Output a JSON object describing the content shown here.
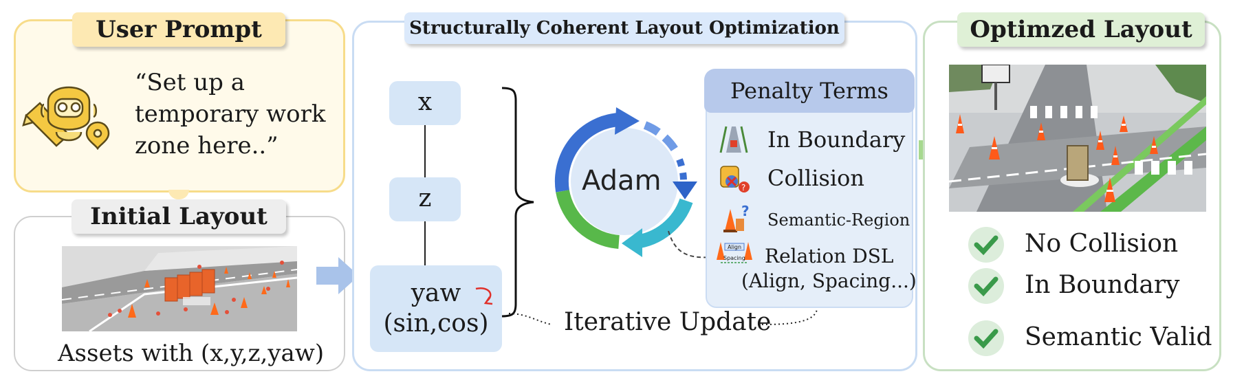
{
  "user_prompt": {
    "title": "User Prompt",
    "lines": [
      "“Set up a",
      "temporary work",
      "zone here..”"
    ],
    "icon": "robot-icon"
  },
  "initial_layout": {
    "title": "Initial Layout",
    "caption": "Assets with (x,y,z,yaw)"
  },
  "optimization": {
    "title": "Structurally Coherent Layout Optimization",
    "variables": [
      "x",
      "z",
      "yaw",
      "(sin,cos)"
    ],
    "optimizer": "Adam",
    "loop_label": "Iterative Update",
    "penalty_title": "Penalty Terms",
    "penalties": [
      "In Boundary",
      "Collision",
      "Semantic-Region",
      "Relation DSL",
      "(Align, Spacing...)"
    ],
    "penalty_icon_text": [
      "Align",
      "Spacing"
    ]
  },
  "optimized_layout": {
    "title": "Optimzed Layout",
    "checks": [
      "No Collision",
      "In Boundary",
      "Semantic Valid"
    ]
  },
  "colors": {
    "prompt_border": "#f7dc8a",
    "prompt_fill": "#fffaea",
    "prompt_tab": "#fde9b3",
    "opt_border": "#c9dcf3",
    "opt_tab": "#dbe9fb",
    "result_border": "#c8e0c2",
    "result_tab": "#dff0d6",
    "check_green": "#3a9a4a",
    "arrow_blue": "#a9c3ea",
    "arrow_green": "#a7d98f"
  }
}
